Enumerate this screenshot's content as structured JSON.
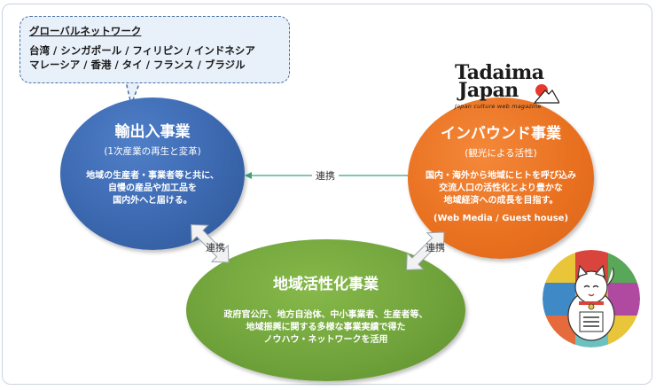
{
  "callout": {
    "title": "グローバルネットワーク",
    "line1": "台湾 / シンガポール / フィリピン / インドネシア",
    "line2": "マレーシア / 香港 / タイ / フランス / ブラジル"
  },
  "export": {
    "title": "輸出入事業",
    "subtitle": "(1次産業の再生と変革)",
    "body": [
      "地域の生産者・事業者等と共に、",
      "自慢の産品や加工品を",
      "国内外へと届ける。"
    ]
  },
  "inbound": {
    "title": "インバウンド事業",
    "subtitle": "(観光による活性)",
    "body": [
      "国内・海外から地域にヒトを呼び込み",
      "交流人口の活性化とより豊かな",
      "地域経済への成長を目指す。"
    ],
    "note": "(Web Media / Guest house)"
  },
  "regional": {
    "title": "地域活性化事業",
    "body": [
      "政府官公庁、地方自治体、中小事業者、生産者等、",
      "地域振興に関する多様な事業実績で得た",
      "ノウハウ・ネットワークを活用"
    ]
  },
  "links": {
    "horizontal": "連携",
    "left": "連携",
    "right": "連携"
  },
  "logo": {
    "line1": "Tadaima",
    "line2": "Japan",
    "tagline": "Japan culture web magazine"
  },
  "colors": {
    "blue": "#3a66ad",
    "orange": "#e8701f",
    "green": "#6fa23a"
  }
}
